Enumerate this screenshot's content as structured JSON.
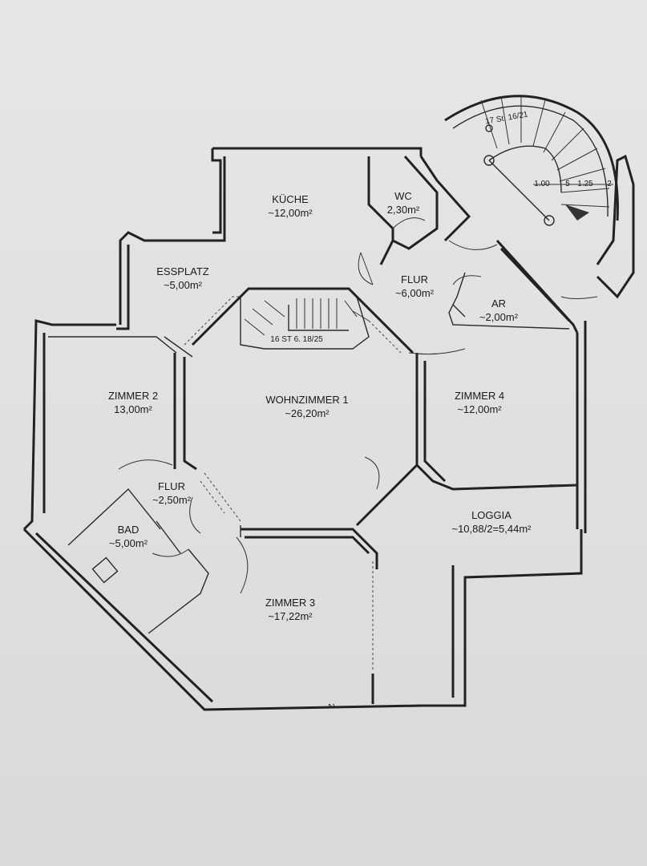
{
  "rooms": [
    {
      "id": "kueche",
      "name": "KÜCHE",
      "area": "~12,00m²"
    },
    {
      "id": "wc",
      "name": "WC",
      "area": "2,30m²"
    },
    {
      "id": "essplatz",
      "name": "ESSPLATZ",
      "area": "~5,00m²"
    },
    {
      "id": "flur-top",
      "name": "FLUR",
      "area": "~6,00m²"
    },
    {
      "id": "ar",
      "name": "AR",
      "area": "~2,00m²"
    },
    {
      "id": "zimmer2",
      "name": "ZIMMER 2",
      "area": "13,00m²"
    },
    {
      "id": "wohnzimmer1",
      "name": "WOHNZIMMER 1",
      "area": "~26,20m²"
    },
    {
      "id": "zimmer4",
      "name": "ZIMMER 4",
      "area": "~12,00m²"
    },
    {
      "id": "flur-bottom",
      "name": "FLUR",
      "area": "~2,50m²"
    },
    {
      "id": "bad",
      "name": "BAD",
      "area": "~5,00m²"
    },
    {
      "id": "loggia",
      "name": "LOGGIA",
      "area": "~10,88/2=5,44m²"
    },
    {
      "id": "zimmer3",
      "name": "ZIMMER 3",
      "area": "~17,22m²"
    }
  ],
  "annotations": {
    "inner_stair": "16 ST 6. 18/25",
    "spiral_stair": "17 St. 16/21",
    "spiral_width": "1.00",
    "spiral_dim_a": "5",
    "spiral_dim_b": "1.25",
    "spiral_dim_c": "2",
    "bottom_marker": "2"
  }
}
